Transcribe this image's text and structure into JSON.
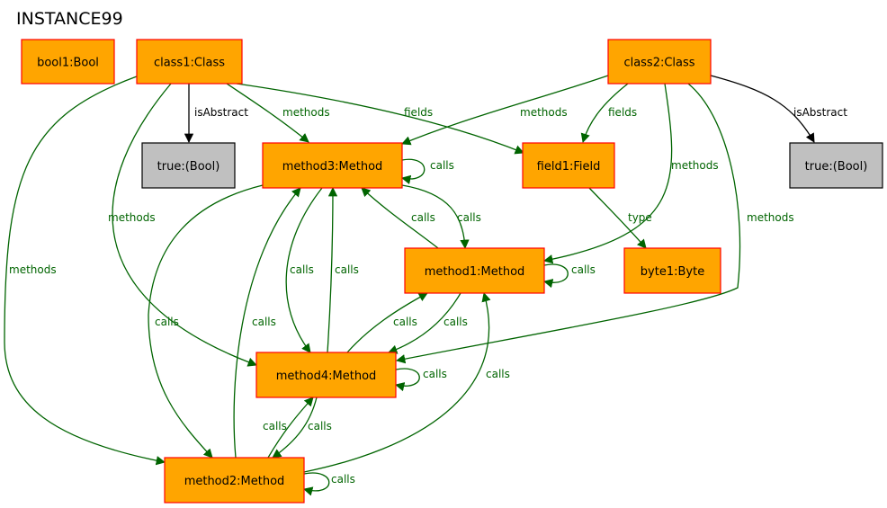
{
  "title": "INSTANCE99",
  "colors": {
    "instance": "#ffa500",
    "value": "#c0c0c0",
    "border_instance": "#ff0000",
    "border_value": "#000000",
    "edge_green": "#006400",
    "edge_black": "#000000"
  },
  "nodes": [
    {
      "id": "bool1",
      "label": "bool1:Bool",
      "kind": "instance"
    },
    {
      "id": "class1",
      "label": "class1:Class",
      "kind": "instance"
    },
    {
      "id": "class2",
      "label": "class2:Class",
      "kind": "instance"
    },
    {
      "id": "true1",
      "label": "true:(Bool)",
      "kind": "value"
    },
    {
      "id": "true2",
      "label": "true:(Bool)",
      "kind": "value"
    },
    {
      "id": "method3",
      "label": "method3:Method",
      "kind": "instance"
    },
    {
      "id": "field1",
      "label": "field1:Field",
      "kind": "instance"
    },
    {
      "id": "method1",
      "label": "method1:Method",
      "kind": "instance"
    },
    {
      "id": "byte1",
      "label": "byte1:Byte",
      "kind": "instance"
    },
    {
      "id": "method4",
      "label": "method4:Method",
      "kind": "instance"
    },
    {
      "id": "method2",
      "label": "method2:Method",
      "kind": "instance"
    }
  ],
  "edges": [
    {
      "id": "e1",
      "from": "class1",
      "to": "true1",
      "label": "isAbstract",
      "color": "black"
    },
    {
      "id": "e2",
      "from": "class1",
      "to": "method3",
      "label": "methods",
      "color": "green"
    },
    {
      "id": "e3",
      "from": "class1",
      "to": "field1",
      "label": "fields",
      "color": "green"
    },
    {
      "id": "e4",
      "from": "class1",
      "to": "method4",
      "label": "methods",
      "color": "green"
    },
    {
      "id": "e5",
      "from": "class1",
      "to": "method2",
      "label": "methods",
      "color": "green"
    },
    {
      "id": "e6",
      "from": "class2",
      "to": "method3",
      "label": "methods",
      "color": "green"
    },
    {
      "id": "e7",
      "from": "class2",
      "to": "field1",
      "label": "fields",
      "color": "green"
    },
    {
      "id": "e8",
      "from": "class2",
      "to": "true2",
      "label": "isAbstract",
      "color": "black"
    },
    {
      "id": "e9",
      "from": "class2",
      "to": "method1",
      "label": "methods",
      "color": "green"
    },
    {
      "id": "e10",
      "from": "class2",
      "to": "method4",
      "label": "methods",
      "color": "green"
    },
    {
      "id": "e11",
      "from": "method3",
      "to": "method3",
      "label": "calls",
      "color": "green"
    },
    {
      "id": "e12",
      "from": "method3",
      "to": "method1",
      "label": "calls",
      "color": "green"
    },
    {
      "id": "e13",
      "from": "method1",
      "to": "method3",
      "label": "calls",
      "color": "green"
    },
    {
      "id": "e14",
      "from": "method3",
      "to": "method4",
      "label": "calls",
      "color": "green"
    },
    {
      "id": "e15",
      "from": "method4",
      "to": "method3",
      "label": "calls",
      "color": "green"
    },
    {
      "id": "e16",
      "from": "method3",
      "to": "method2",
      "label": "calls",
      "color": "green"
    },
    {
      "id": "e17",
      "from": "method2",
      "to": "method3",
      "label": "calls",
      "color": "green"
    },
    {
      "id": "e18",
      "from": "field1",
      "to": "byte1",
      "label": "type",
      "color": "green"
    },
    {
      "id": "e19",
      "from": "method1",
      "to": "method1",
      "label": "calls",
      "color": "green"
    },
    {
      "id": "e20",
      "from": "method4",
      "to": "method1",
      "label": "calls",
      "color": "green"
    },
    {
      "id": "e21",
      "from": "method1",
      "to": "method4",
      "label": "calls",
      "color": "green"
    },
    {
      "id": "e22",
      "from": "method4",
      "to": "method4",
      "label": "calls",
      "color": "green"
    },
    {
      "id": "e23",
      "from": "method2",
      "to": "method1",
      "label": "calls",
      "color": "green"
    },
    {
      "id": "e24",
      "from": "method2",
      "to": "method4",
      "label": "calls",
      "color": "green"
    },
    {
      "id": "e25",
      "from": "method4",
      "to": "method2",
      "label": "calls",
      "color": "green"
    },
    {
      "id": "e26",
      "from": "method2",
      "to": "method2",
      "label": "calls",
      "color": "green"
    }
  ]
}
